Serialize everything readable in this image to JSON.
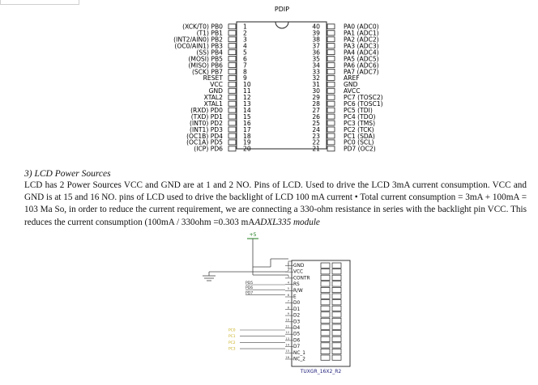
{
  "package_label": "PDIP",
  "left_pins": [
    {
      "name": "(XCK/T0) PB0",
      "num": "1"
    },
    {
      "name": "(T1) PB1",
      "num": "2"
    },
    {
      "name": "(INT2/AIN0) PB2",
      "num": "3"
    },
    {
      "name": "(OC0/AIN1) PB3",
      "num": "4"
    },
    {
      "name": "(SS) PB4",
      "num": "5"
    },
    {
      "name": "(MOSI) PB5",
      "num": "6"
    },
    {
      "name": "(MISO) PB6",
      "num": "7"
    },
    {
      "name": "(SCK) PB7",
      "num": "8"
    },
    {
      "name": "RESET",
      "num": "9"
    },
    {
      "name": "VCC",
      "num": "10"
    },
    {
      "name": "GND",
      "num": "11"
    },
    {
      "name": "XTAL2",
      "num": "12"
    },
    {
      "name": "XTAL1",
      "num": "13"
    },
    {
      "name": "(RXD) PD0",
      "num": "14"
    },
    {
      "name": "(TXD) PD1",
      "num": "15"
    },
    {
      "name": "(INT0) PD2",
      "num": "16"
    },
    {
      "name": "(INT1) PD3",
      "num": "17"
    },
    {
      "name": "(OC1B) PD4",
      "num": "18"
    },
    {
      "name": "(OC1A) PD5",
      "num": "19"
    },
    {
      "name": "(ICP) PD6",
      "num": "20"
    }
  ],
  "right_pins": [
    {
      "num": "40",
      "name": "PA0 (ADC0)"
    },
    {
      "num": "39",
      "name": "PA1 (ADC1)"
    },
    {
      "num": "38",
      "name": "PA2 (ADC2)"
    },
    {
      "num": "37",
      "name": "PA3 (ADC3)"
    },
    {
      "num": "36",
      "name": "PA4 (ADC4)"
    },
    {
      "num": "35",
      "name": "PA5 (ADC5)"
    },
    {
      "num": "34",
      "name": "PA6 (ADC6)"
    },
    {
      "num": "33",
      "name": "PA7 (ADC7)"
    },
    {
      "num": "32",
      "name": "AREF"
    },
    {
      "num": "31",
      "name": "GND"
    },
    {
      "num": "30",
      "name": "AVCC"
    },
    {
      "num": "29",
      "name": "PC7 (TOSC2)"
    },
    {
      "num": "28",
      "name": "PC6 (TOSC1)"
    },
    {
      "num": "27",
      "name": "PC5 (TDI)"
    },
    {
      "num": "26",
      "name": "PC4 (TDO)"
    },
    {
      "num": "25",
      "name": "PC3 (TMS)"
    },
    {
      "num": "24",
      "name": "PC2 (TCK)"
    },
    {
      "num": "23",
      "name": "PC1 (SDA)"
    },
    {
      "num": "22",
      "name": "PC0 (SCL)"
    },
    {
      "num": "21",
      "name": "PD7 (OC2)"
    }
  ],
  "section_heading": "3)   LCD Power Sources",
  "paragraph": {
    "main": "LCD has 2 Power Sources VCC and GND are at 1 and 2 NO. Pins of LCD. Used to drive the LCD 3mA current consumption. VCC and GND is at 15 and 16 NO. pins of LCD used to drive the backlight of LCD 100 mA current • Total current consumption = 3mA + 100mA = 103 Ma So, in order to reduce the current requirement, we are connecting a 330-ohm resistance in series with the backlight pin VCC. This reduces the current consumption (100mA / 330ohm =0.303 mA",
    "italic_tail": "ADXL335 module"
  },
  "schematic": {
    "supply_label": "+5",
    "lcd_pins": [
      "GND",
      "VCC",
      "CONTR",
      "RS",
      "R/W",
      "E",
      "D0",
      "D1",
      "D2",
      "D3",
      "D4",
      "D5",
      "D6",
      "D7",
      "NC_1",
      "NC_2"
    ],
    "lcd_pin_numbers": [
      "1",
      "2",
      "3",
      "4",
      "5",
      "6",
      "7",
      "8",
      "9",
      "10",
      "11",
      "12",
      "13",
      "14",
      "15",
      "16"
    ],
    "control_labels": [
      "PD5",
      "PD6",
      "PD7"
    ],
    "data_labels": [
      "PC0",
      "PC1",
      "PC2",
      "PC3"
    ],
    "component_name": "TUXGR_16X2_R2"
  }
}
